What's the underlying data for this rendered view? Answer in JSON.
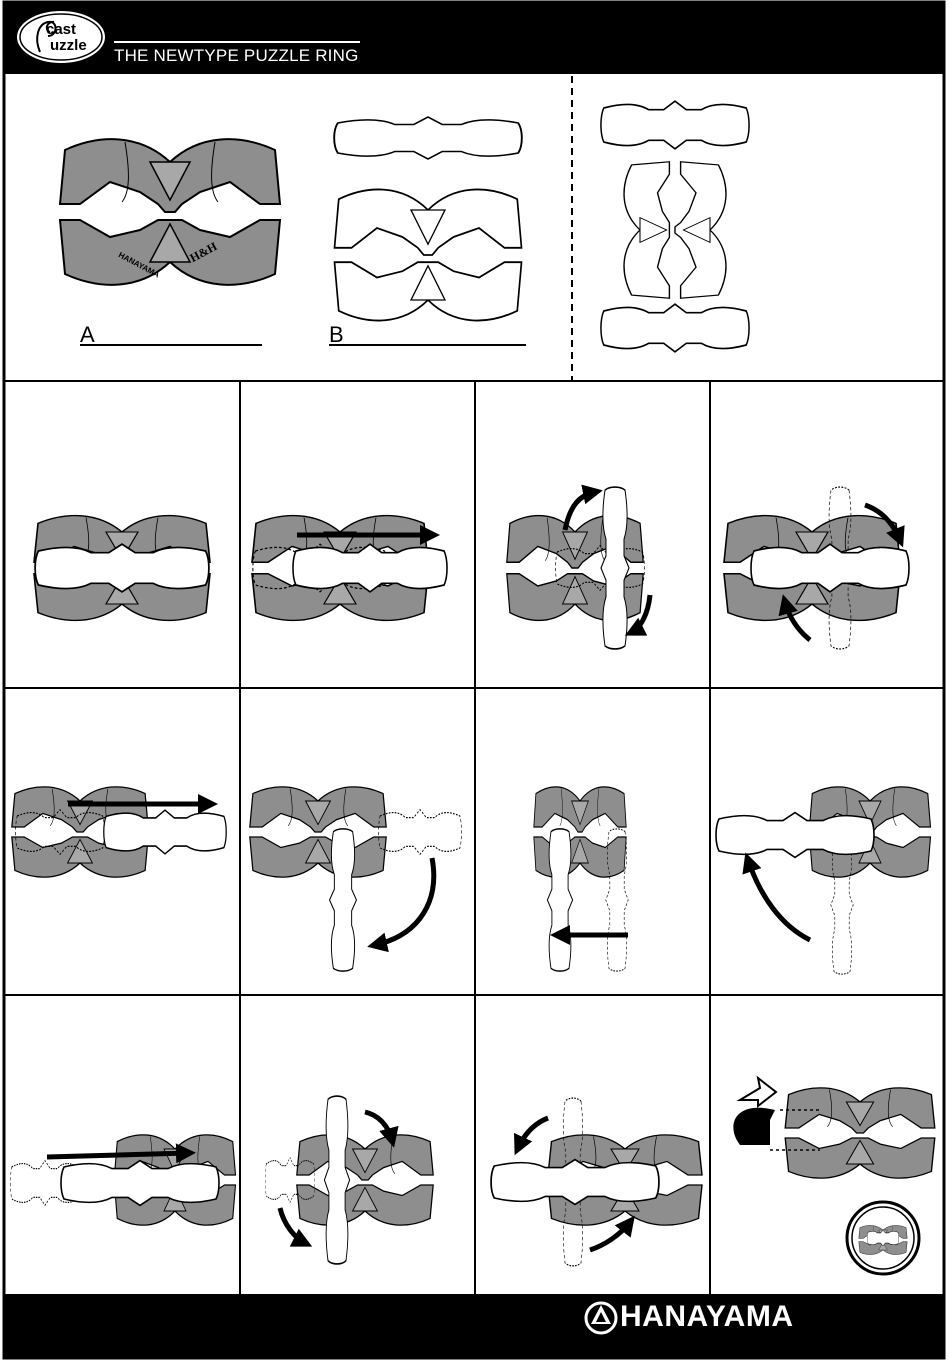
{
  "header": {
    "logo_line1": "cast",
    "logo_line2": "uzzle",
    "title": "THE NEWTYPE  PUZZLE RING"
  },
  "pieces": {
    "label_a": "A",
    "label_b": "B",
    "engraving_1": "HANAYAMA",
    "engraving_2": "H&H"
  },
  "footer": {
    "brand": "HANAYAMA"
  },
  "colors": {
    "frame": "#000000",
    "piece_fill": "#8e8e8e",
    "background": "#ffffff"
  }
}
